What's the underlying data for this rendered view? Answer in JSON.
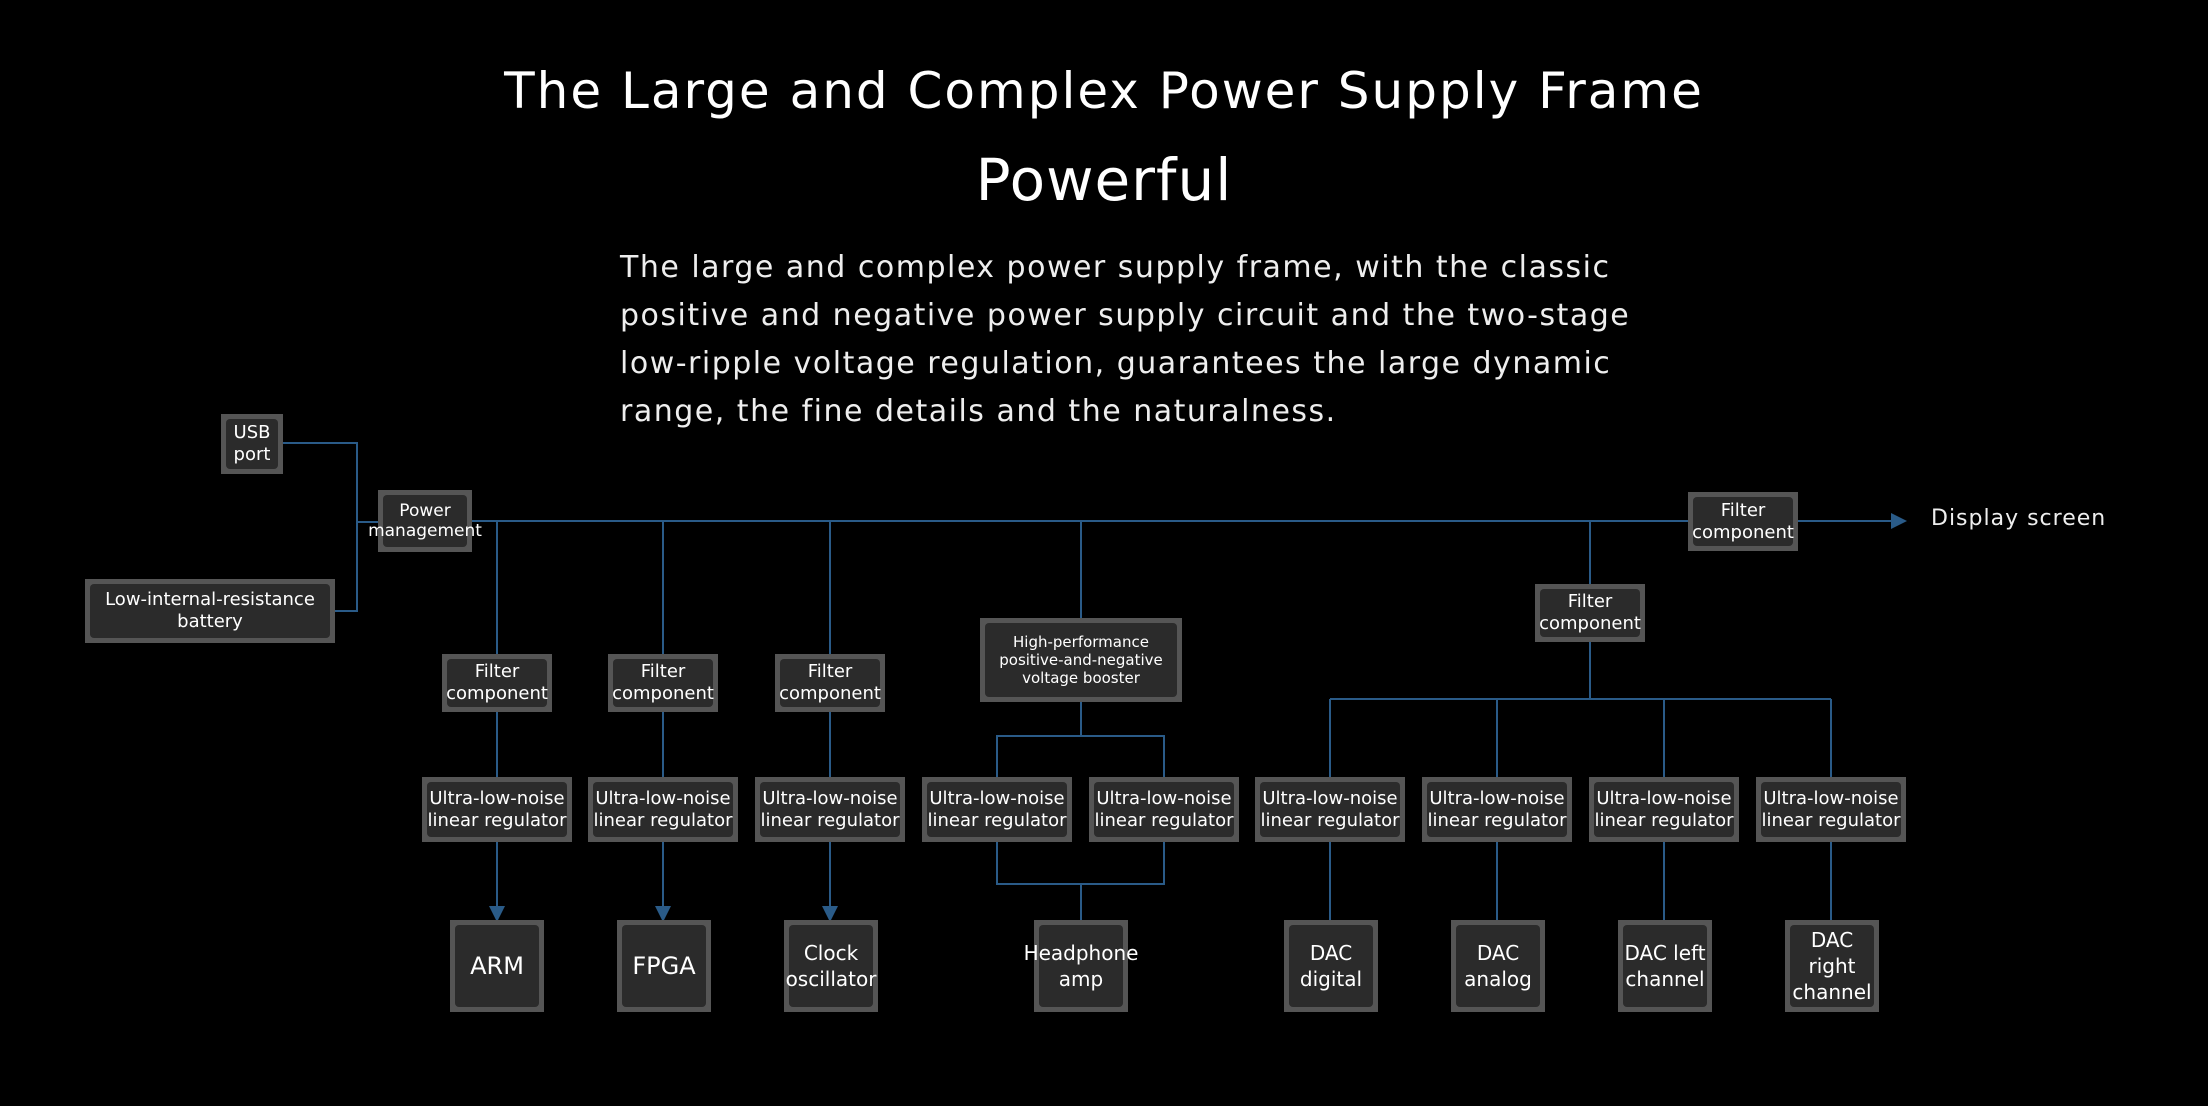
{
  "header": {
    "title": "The Large and Complex Power Supply Frame",
    "subtitle": "Powerful",
    "description_lines": [
      "The large and complex power supply frame, with the classic",
      "positive and negative power supply circuit and the two-stage",
      "low-ripple voltage regulation, guarantees the large dynamic",
      "range, the fine details and the naturalness."
    ]
  },
  "diagram": {
    "usb": "USB port",
    "battery": "Low-internal-resistance battery",
    "power_management": "Power management",
    "filter": "Filter component",
    "booster": "High-performance positive-and-negative voltage booster",
    "regulator": "Ultra-low-noise linear regulator",
    "display": "Display screen",
    "targets": {
      "arm": "ARM",
      "fpga": "FPGA",
      "clock": "Clock oscillator",
      "headphone": "Headphone amp",
      "dac_digital": "DAC digital",
      "dac_analog": "DAC analog",
      "dac_left": "DAC left channel",
      "dac_right": "DAC right channel"
    }
  },
  "colors": {
    "background": "#000000",
    "wire": "#2a5b88",
    "node_border": "#555555",
    "node_fill": "#2b2b2b"
  }
}
